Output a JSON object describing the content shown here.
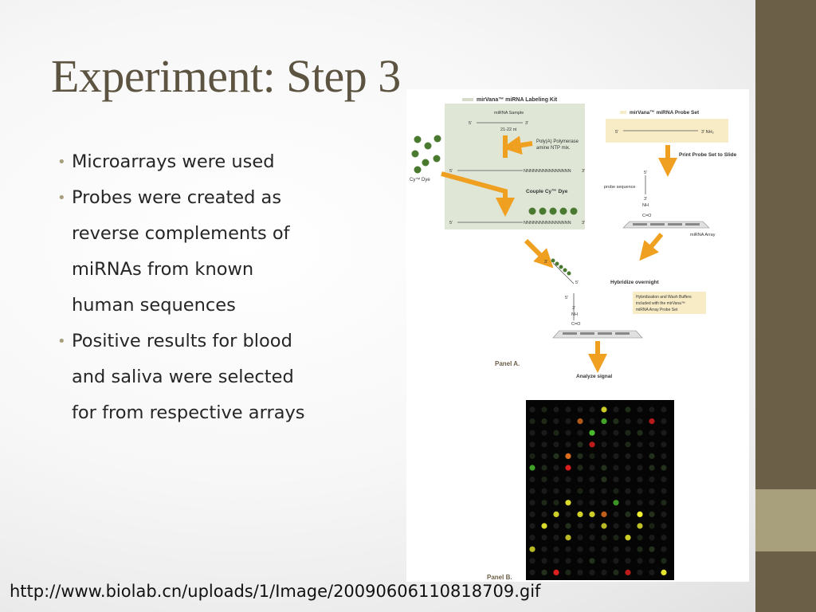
{
  "slide": {
    "title": "Experiment: Step 3",
    "bullets": [
      {
        "lines": [
          "Microarrays were used"
        ]
      },
      {
        "lines": [
          "Probes were created as",
          "reverse complements of",
          "miRNAs from known",
          "human sequences"
        ]
      },
      {
        "lines": [
          "Positive results for blood",
          "and saliva were selected",
          "for from respective arrays"
        ]
      }
    ],
    "source_url": "http://www.biolab.cn/uploads/1/Image/20090606110818709.gif"
  },
  "figure": {
    "labeling_kit_title": "mirVana™ miRNA Labeling Kit",
    "probe_set_title": "mirVana™ miRNA Probe Set",
    "mirna_sample": "miRNA Sample",
    "length_label": "21-22 nt",
    "polymerase_label_1": "Poly(A) Polymerase",
    "polymerase_label_2": "amine NTP mix.",
    "cy_dye": "Cy™ Dye",
    "couple_dye": "Couple Cy™ Dye",
    "poly_n": "NNNNNNNNNNNNNNN",
    "print_probe": "Print Probe Set to Slide",
    "probe_sequence": "probe sequence",
    "mirna_array": "miRNA Array",
    "hybridize": "Hybridize overnight",
    "buffers_note_1": "Hybridization and Wash Buffers",
    "buffers_note_2": "included with the mirVana™",
    "buffers_note_3": "miRNA Array Probe Set",
    "panel_a": "Panel A.",
    "panel_b": "Panel B.",
    "analyze_signal": "Analyze signal",
    "five_prime": "5'",
    "three_prime": "3'",
    "three_prime_nh2": "3' NH₂",
    "nh_label": "NH",
    "co_label": "C=O",
    "colors": {
      "accent_bar": "#6b5f48",
      "accent_block": "#a8a07d",
      "title": "#5c5440",
      "arrow": "#f0a020",
      "kit_box": "#dfe6d6",
      "probe_box": "#f8ecc6",
      "spot_green": "#4cc030",
      "spot_red": "#e02020",
      "spot_yellow": "#f0f030",
      "spot_orange": "#e07020"
    }
  }
}
